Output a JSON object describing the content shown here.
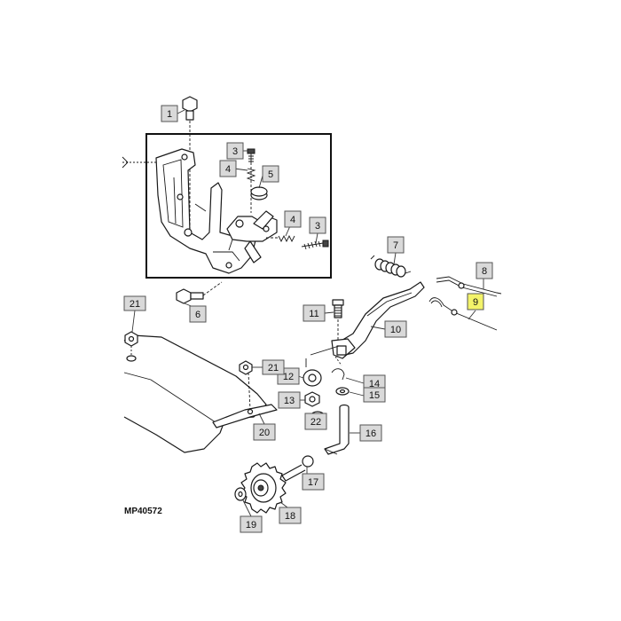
{
  "diagram": {
    "reference_code": "MP40572",
    "highlight_color": "#f3f36a",
    "callouts": [
      {
        "id": "c1",
        "label": "1"
      },
      {
        "id": "c3a",
        "label": "3"
      },
      {
        "id": "c4a",
        "label": "4"
      },
      {
        "id": "c5",
        "label": "5"
      },
      {
        "id": "c4b",
        "label": "4"
      },
      {
        "id": "c3b",
        "label": "3"
      },
      {
        "id": "c6",
        "label": "6"
      },
      {
        "id": "c7",
        "label": "7"
      },
      {
        "id": "c8",
        "label": "8"
      },
      {
        "id": "c9",
        "label": "9",
        "highlighted": true
      },
      {
        "id": "c10",
        "label": "10"
      },
      {
        "id": "c11",
        "label": "11"
      },
      {
        "id": "c12",
        "label": "12"
      },
      {
        "id": "c13",
        "label": "13"
      },
      {
        "id": "c14",
        "label": "14"
      },
      {
        "id": "c15",
        "label": "15"
      },
      {
        "id": "c16",
        "label": "16"
      },
      {
        "id": "c17",
        "label": "17"
      },
      {
        "id": "c18",
        "label": "18"
      },
      {
        "id": "c19",
        "label": "19"
      },
      {
        "id": "c20",
        "label": "20"
      },
      {
        "id": "c21a",
        "label": "21"
      },
      {
        "id": "c21b",
        "label": "21"
      },
      {
        "id": "c22",
        "label": "22"
      }
    ]
  }
}
